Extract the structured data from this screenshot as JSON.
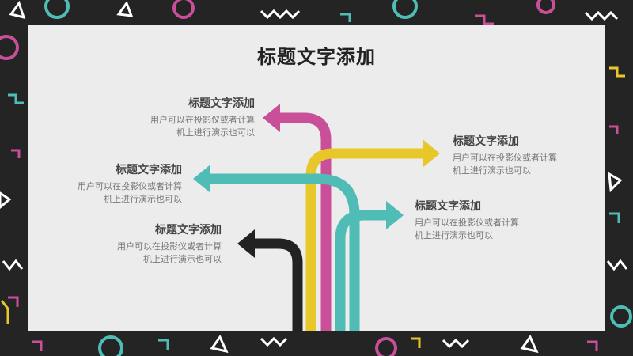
{
  "slide": {
    "title": "标题文字添加",
    "items": [
      {
        "heading": "标题文字添加",
        "line1": "用户可以在投影仪或者计算",
        "line2": "机上进行演示也可以",
        "color": "#c84f98"
      },
      {
        "heading": "标题文字添加",
        "line1": "用户可以在投影仪或者计算",
        "line2": "机上进行演示也可以",
        "color": "#e8c72a"
      },
      {
        "heading": "标题文字添加",
        "line1": "用户可以在投影仪或者计算",
        "line2": "机上进行演示也可以",
        "color": "#4fbcb5"
      },
      {
        "heading": "标题文字添加",
        "line1": "用户可以在投影仪或者计算",
        "line2": "机上进行演示也可以",
        "color": "#4fbcb5"
      },
      {
        "heading": "标题文字添加",
        "line1": "用户可以在投影仪或者计算",
        "line2": "机上进行演示也可以",
        "color": "#222222"
      }
    ]
  },
  "palette": {
    "background": "#242424",
    "panel": "#ececec",
    "magenta": "#c84f98",
    "yellow": "#e8c72a",
    "teal": "#4fbcb5",
    "black": "#222222",
    "white": "#ffffff"
  }
}
